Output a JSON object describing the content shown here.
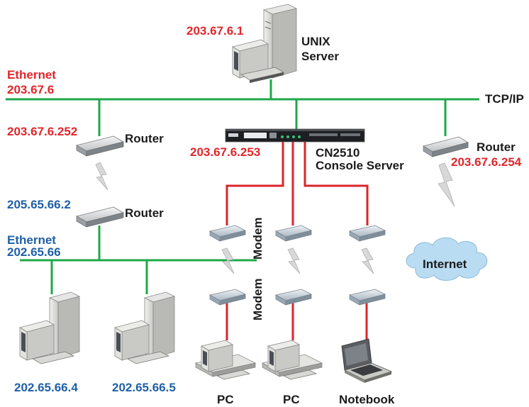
{
  "colors": {
    "ethernet": "#1fa84a",
    "serial": "#d9262b",
    "red_label": "#e0262b",
    "blue_label": "#1f5fa8",
    "cloud": "#b9dcf2"
  },
  "top_network": {
    "label": "Ethernet",
    "ip": "203.67.6",
    "protocol": "TCP/IP"
  },
  "unix_server": {
    "ip": "203.67.6.1",
    "line1": "UNIX",
    "line2": "Server",
    "icon": "server-tower-icon"
  },
  "router_left": {
    "ip": "203.67.6.252",
    "label": "Router",
    "icon": "router-icon"
  },
  "router_lower": {
    "ip": "205.65.66.2",
    "label": "Router",
    "icon": "router-icon"
  },
  "router_right": {
    "ip": "203.67.6.254",
    "label": "Router",
    "icon": "router-icon"
  },
  "console_server": {
    "ip": "203.67.6.253",
    "line1": "CN2510",
    "line2": "Console Server",
    "icon": "console-server-icon"
  },
  "bottom_network": {
    "label": "Ethernet",
    "ip": "202.65.66"
  },
  "hosts": [
    {
      "ip": "202.65.66.4",
      "icon": "workstation-icon"
    },
    {
      "ip": "202.65.66.5",
      "icon": "workstation-icon"
    }
  ],
  "modem_label": "Modem",
  "clients": [
    {
      "label": "PC",
      "icon": "pc-icon"
    },
    {
      "label": "PC",
      "icon": "pc-icon"
    },
    {
      "label": "Notebook",
      "icon": "notebook-icon"
    }
  ],
  "internet": {
    "label": "Internet",
    "icon": "cloud-icon"
  }
}
